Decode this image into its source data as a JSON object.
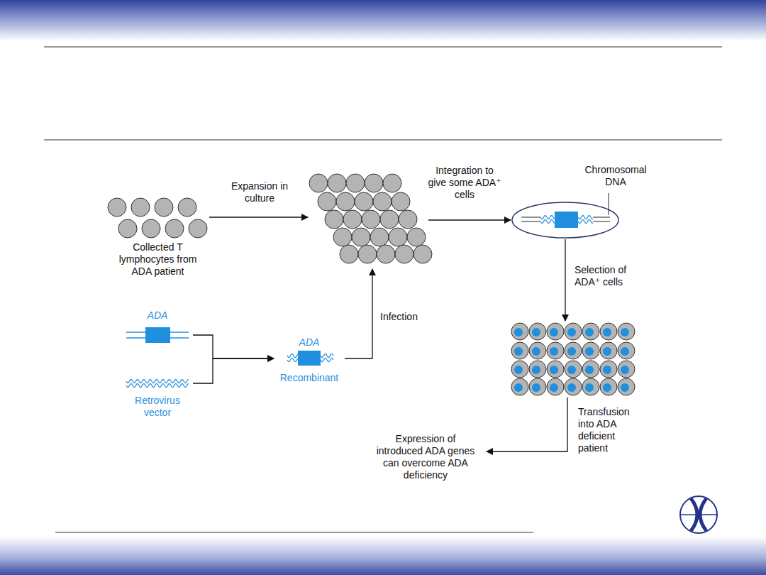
{
  "diagram": {
    "nodes": [
      {
        "text": [
          "Collected T lymphocytes from ADA patient"
        ]
      },
      {
        "text": []
      },
      {
        "text": [
          "Chromosomal DNA"
        ]
      },
      {
        "text": []
      },
      {
        "text": [
          "ADA"
        ]
      },
      {
        "text": [
          "Retrovirus vector"
        ]
      },
      {
        "text": [
          "ADA",
          "Recombinant"
        ]
      },
      {
        "text": [
          "Expression of introduced ADA genes can overcome ADA deficiency"
        ]
      }
    ],
    "edges": [
      {
        "from": 0,
        "to": 1,
        "label": "Expansion in culture",
        "arrow": "to"
      },
      {
        "from": 1,
        "to": 2,
        "label": "Integration to give some ADA⁺ cells",
        "arrow": "to"
      },
      {
        "from": 2,
        "to": 3,
        "label": "Selection of ADA⁺ cells",
        "arrow": "to"
      },
      {
        "from": 4,
        "to": 6,
        "arrow": "to"
      },
      {
        "from": 5,
        "to": 6,
        "arrow": "to"
      },
      {
        "from": 6,
        "to": 1,
        "label": "Infection",
        "arrow": "to"
      },
      {
        "from": 3,
        "to": 7,
        "label": "Transfusion into ADA deficient patient",
        "arrow": "to"
      }
    ]
  }
}
